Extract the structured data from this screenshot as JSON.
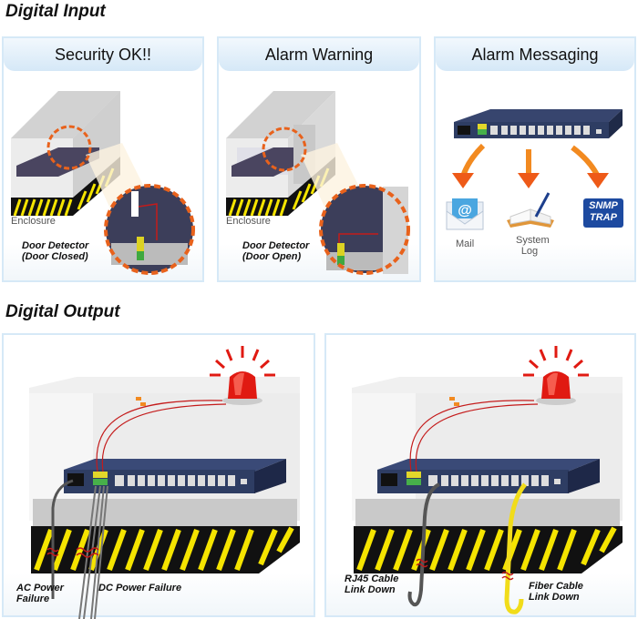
{
  "digital_input": {
    "title": "Digital Input",
    "panels": [
      {
        "header": "Security OK!!",
        "enclosure_label": "Enclosure",
        "detector_label_line1": "Door Detector",
        "detector_label_line2": "(Door Closed)"
      },
      {
        "header": "Alarm Warning",
        "enclosure_label": "Enclosure",
        "detector_label_line1": "Door Detector",
        "detector_label_line2": "(Door Open)"
      },
      {
        "header": "Alarm Messaging",
        "targets": [
          {
            "icon": "mail-icon",
            "label_line1": "Mail",
            "label_line2": ""
          },
          {
            "icon": "system-log-icon",
            "label_line1": "System",
            "label_line2": "Log"
          },
          {
            "icon": "snmp-trap-icon",
            "label_line1": "SNMP",
            "label_line2": "TRAP"
          }
        ]
      }
    ]
  },
  "digital_output": {
    "title": "Digital Output",
    "panels": [
      {
        "labels": [
          {
            "line1": "AC Power",
            "line2": "Failure"
          },
          {
            "line1": "DC Power Failure",
            "line2": ""
          }
        ]
      },
      {
        "labels": [
          {
            "line1": "RJ45 Cable",
            "line2": "Link Down"
          },
          {
            "line1": "Fiber Cable",
            "line2": "Link Down"
          }
        ]
      }
    ]
  },
  "colors": {
    "panel_border": "#d6e9f7",
    "header_top": "#f2f8fd",
    "header_bottom": "#d5e8f7",
    "alarm_red": "#e01a12",
    "arrow_orange": "#f26a1b",
    "hazard_yellow": "#f5e400",
    "switch_navy": "#2e3d63",
    "snmp_blue": "#1d4aa0"
  }
}
